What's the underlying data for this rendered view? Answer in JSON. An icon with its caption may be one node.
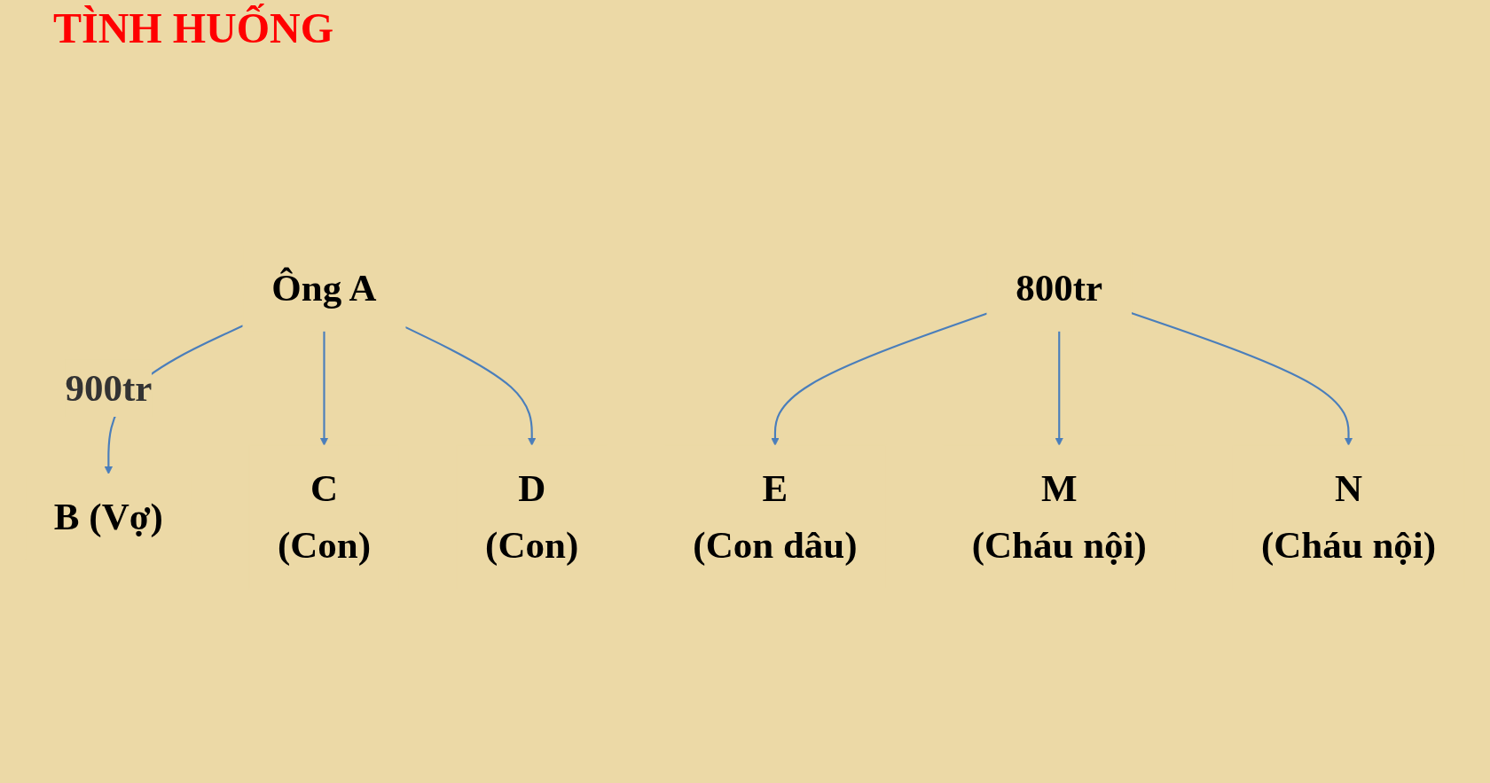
{
  "diagram": {
    "title": "TÌNH HUỐNG",
    "nodes": [
      {
        "text": [
          "Ông A"
        ]
      },
      {
        "text": [
          "B (Vợ)"
        ]
      },
      {
        "text": [
          "C",
          "(Con)"
        ]
      },
      {
        "text": [
          "D",
          "(Con)"
        ]
      },
      {
        "text": [
          "800tr"
        ]
      },
      {
        "text": [
          "E",
          "(Con dâu)"
        ]
      },
      {
        "text": [
          "M",
          "(Cháu nội)"
        ]
      },
      {
        "text": [
          "N",
          "(Cháu nội)"
        ]
      }
    ],
    "edges": [
      {
        "from": 0,
        "to": 1,
        "arrow": "to",
        "label": "900tr"
      },
      {
        "from": 0,
        "to": 2,
        "arrow": "to"
      },
      {
        "from": 0,
        "to": 3,
        "arrow": "to"
      },
      {
        "from": 4,
        "to": 5,
        "arrow": "to"
      },
      {
        "from": 4,
        "to": 6,
        "arrow": "to"
      },
      {
        "from": 4,
        "to": 7,
        "arrow": "to"
      }
    ]
  }
}
